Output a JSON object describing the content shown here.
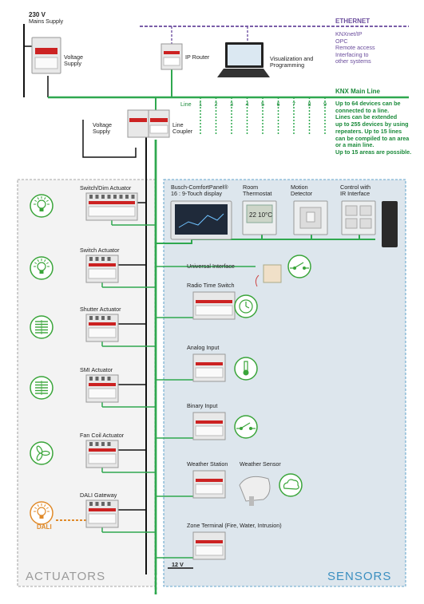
{
  "top": {
    "mains_voltage": "230 V",
    "mains_supply": "Mains Supply",
    "voltage_supply_top": "Voltage\nSupply",
    "ip_router": "IP Router",
    "visualization": "Visualization and\nProgramming",
    "ethernet_title": "ETHERNET",
    "ethernet_items": [
      "KNXnet/IP",
      "OPC",
      "Remote access",
      "Interfacing to",
      "other systems"
    ],
    "knx_main_line": "KNX Main Line",
    "line_label": "Line",
    "line_numbers": [
      "1",
      "2",
      "3",
      "4",
      "5",
      "6",
      "7",
      "8",
      "9"
    ],
    "voltage_supply_line": "Voltage\nSupply",
    "line_coupler": "Line\nCoupler",
    "notes": [
      "Up to 64 devices can be",
      "connected to a line.",
      "Lines can be extended",
      "up to 255 devices by using",
      "repeaters. Up to 15 lines",
      "can be compiled to an area",
      "or a main line.",
      "Up to 15 areas are possible."
    ]
  },
  "actuators": {
    "panel_title": "ACTUATORS",
    "items": [
      {
        "label": "Switch/Dim Actuator",
        "icon": "lightbulb-dim-icon"
      },
      {
        "label": "Switch Actuator",
        "icon": "lightbulb-icon"
      },
      {
        "label": "Shutter Actuator",
        "icon": "shutter-icon"
      },
      {
        "label": "SMI Actuator",
        "icon": "blind-icon"
      },
      {
        "label": "Fan Coil Actuator",
        "icon": "fan-icon"
      },
      {
        "label": "DALI Gateway",
        "icon": "dali-lamp-icon"
      }
    ],
    "dali_label": "DALI"
  },
  "sensors": {
    "panel_title": "SENSORS",
    "top_devices": [
      {
        "label": "Busch-ComfortPanel®\n16 : 9-Touch display"
      },
      {
        "label": "Room\nThermostat"
      },
      {
        "label": "Motion\nDetector"
      },
      {
        "label": "Control with\nIR Interface"
      }
    ],
    "thermostat_display": "22 10°C",
    "items": [
      {
        "label": "Universal Interface",
        "icon": "switch-contact-icon"
      },
      {
        "label": "Radio Time Switch",
        "icon": "clock-icon"
      },
      {
        "label": "Analog Input",
        "icon": "thermometer-icon"
      },
      {
        "label": "Binary Input",
        "icon": "switch-contact-icon"
      },
      {
        "label": "Weather Station",
        "icon": ""
      },
      {
        "label": "Zone Terminal (Fire, Water, Intrusion)",
        "icon": ""
      }
    ],
    "weather_sensor": "Weather Sensor",
    "voltage_12": "12 V"
  },
  "colors": {
    "green_bus": "#2fa84f",
    "purple_ethernet": "#7a5ea8",
    "panel_bg_sensors": "#dde7ee",
    "panel_bg_actuators": "#f2f2f2",
    "icon_green": "#3aa53a",
    "dali_orange": "#e08a2a",
    "sensors_blue": "#3b8fc0"
  }
}
